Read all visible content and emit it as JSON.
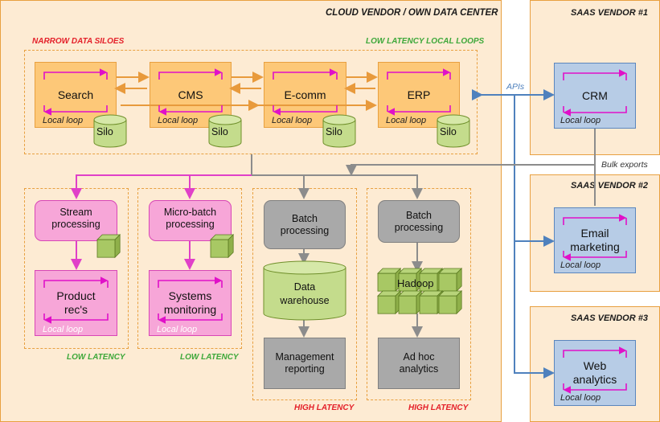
{
  "panels": {
    "cloud": "CLOUD VENDOR / OWN DATA CENTER",
    "saas1": "SAAS VENDOR #1",
    "saas2": "SAAS VENDOR #2",
    "saas3": "SAAS VENDOR #3"
  },
  "tags": {
    "narrow": "NARROW DATA SILOES",
    "low_latency_loops": "LOW LATENCY LOCAL LOOPS",
    "low_latency": "LOW LATENCY",
    "high_latency": "HIGH LATENCY"
  },
  "apps": [
    {
      "name": "Search",
      "loop": "Local loop",
      "silo": "Silo"
    },
    {
      "name": "CMS",
      "loop": "Local loop",
      "silo": "Silo"
    },
    {
      "name": "E-comm",
      "loop": "Local loop",
      "silo": "Silo"
    },
    {
      "name": "ERP",
      "loop": "Local loop",
      "silo": "Silo"
    }
  ],
  "pipelines": {
    "stream": {
      "process": "Stream processing",
      "output": "Product rec's",
      "loop": "Local loop"
    },
    "microbatch": {
      "process": "Micro-batch processing",
      "output": "Systems monitoring",
      "loop": "Local loop"
    },
    "batch1": {
      "process": "Batch processing",
      "store": "Data warehouse",
      "output": "Management reporting"
    },
    "batch2": {
      "process": "Batch processing",
      "store": "Hadoop",
      "output": "Ad hoc analytics"
    }
  },
  "saas": {
    "crm": {
      "name": "CRM",
      "loop": "Local loop"
    },
    "email": {
      "name": "Email marketing",
      "loop": "Local loop"
    },
    "web": {
      "name": "Web analytics",
      "loop": "Local loop"
    }
  },
  "labels": {
    "apis": "APIs",
    "bulk": "Bulk exports"
  },
  "colors": {
    "panel_bg": "#fdebd3",
    "app_box": "#fdc878",
    "saas_box": "#b7cce6",
    "stream_box": "#f7a6d8",
    "batch_box": "#a9a9a9",
    "silo": "#c4dc8c",
    "arrow_orange": "#e89a3c",
    "arrow_blue": "#4f81bd",
    "arrow_grey": "#8c8c8c",
    "arrow_pink": "#e040c8",
    "loop_magenta": "#e010c8",
    "red_tag": "#e4202a",
    "green_tag": "#3da83a"
  }
}
